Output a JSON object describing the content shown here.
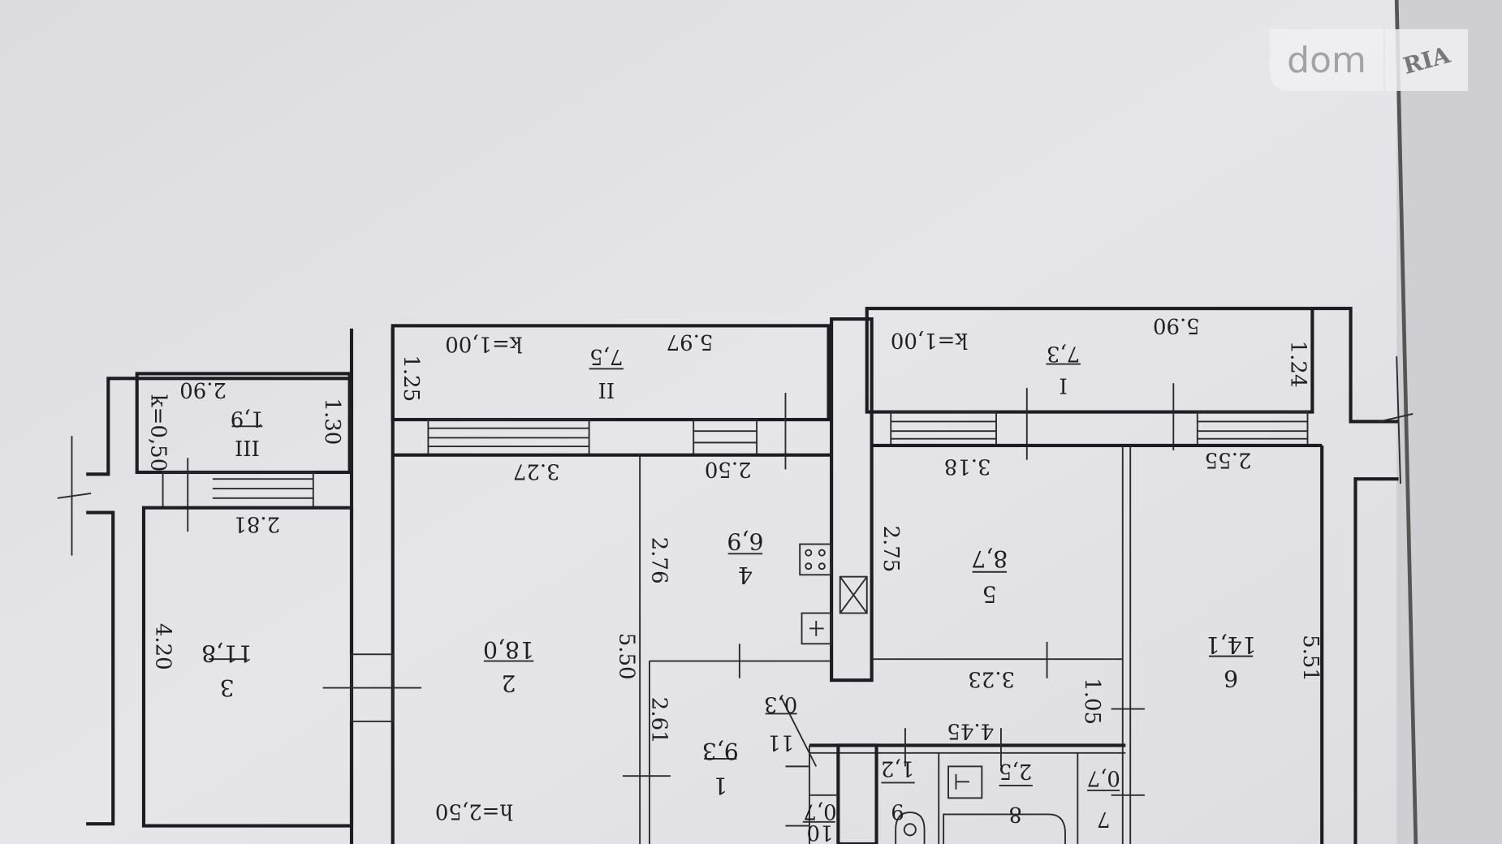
{
  "watermark": {
    "left": "dom",
    "right": "RIA"
  },
  "plan": {
    "rooms": [
      {
        "number": "1",
        "area": "9,3"
      },
      {
        "number": "2",
        "area": "18,0"
      },
      {
        "number": "3",
        "area": "11,8"
      },
      {
        "number": "4",
        "area": "6,9"
      },
      {
        "number": "5",
        "area": "8,7"
      },
      {
        "number": "6",
        "area": "14,1"
      },
      {
        "number": "7",
        "area": "0,7"
      },
      {
        "number": "8",
        "area": "2,5"
      },
      {
        "number": "9",
        "area": "1,2"
      },
      {
        "number": "10",
        "area": "0,7"
      },
      {
        "number": "11",
        "area": "0,3"
      }
    ],
    "balconies": [
      {
        "number": "I",
        "area": "7,3",
        "coef": "k=1,00"
      },
      {
        "number": "II",
        "area": "7,5",
        "coef": "k=1,00"
      },
      {
        "number": "III",
        "area": "1,9",
        "coef": "k=0,50"
      }
    ],
    "dimensions": {
      "d290": "2.90",
      "d130": "1.30",
      "d281": "2.81",
      "d420": "4.20",
      "d125": "1.25",
      "d597": "5.97",
      "d327": "3.27",
      "d550": "5.50",
      "d250": "2.50",
      "d276": "2.76",
      "d590": "5.90",
      "d124": "1.24",
      "d318": "3.18",
      "d275": "2.75",
      "d255": "2.55",
      "d551": "5.51",
      "d323": "3.23",
      "d105": "1.05",
      "d445": "4.45",
      "d261": "2.61"
    },
    "height": "h=2,50"
  },
  "colors": {
    "paper": "#e4e4e8",
    "ink": "#1c1c22"
  }
}
